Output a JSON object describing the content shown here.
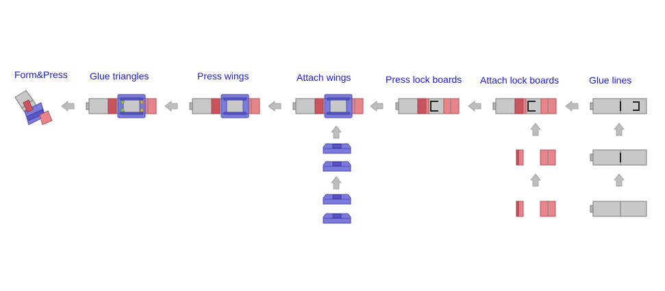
{
  "stages": [
    {
      "id": "form-press",
      "label": "Form&Press"
    },
    {
      "id": "glue-triangles",
      "label": "Glue triangles"
    },
    {
      "id": "press-wings",
      "label": "Press wings"
    },
    {
      "id": "attach-wings",
      "label": "Attach wings"
    },
    {
      "id": "press-lock-boards",
      "label": "Press lock boards"
    },
    {
      "id": "attach-lock-boards",
      "label": "Attach lock boards"
    },
    {
      "id": "glue-lines",
      "label": "Glue lines"
    }
  ],
  "colors": {
    "label": "#1a1ad6",
    "board_gray": "#c8c8c8",
    "lock_board_red": "#e8858a",
    "wing_blue": "#7b7bdc",
    "arrow_gray": "#bdbdbd"
  }
}
